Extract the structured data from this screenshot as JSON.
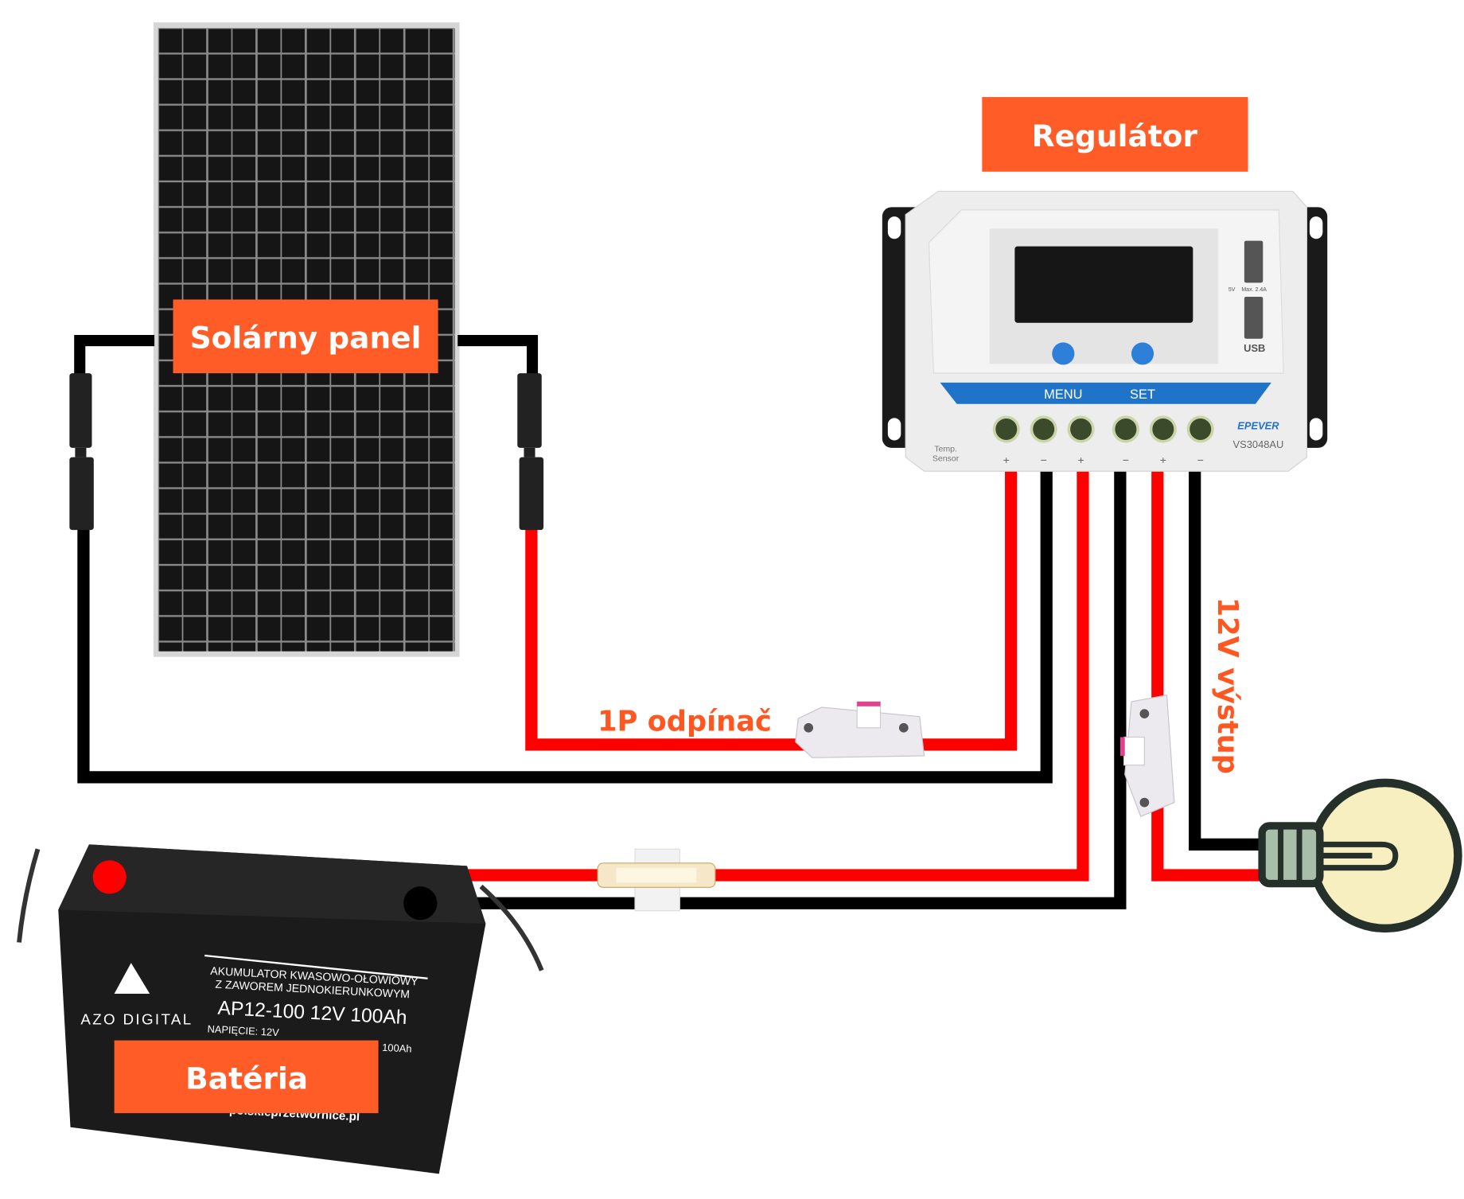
{
  "labels": {
    "solar_panel": "Solárny panel",
    "controller": "Regulátor",
    "battery": "Batéria",
    "disconnector": "1P odpínač",
    "output": "12V výstup"
  },
  "controller": {
    "menu": "MENU",
    "set": "SET",
    "usb": "USB",
    "usb_spec_v": "5V",
    "usb_spec_a": "Max. 2.4A",
    "brand": "EPEVER",
    "model": "VS3048AU",
    "temp_sensor_1": "Temp.",
    "temp_sensor_2": "Sensor",
    "plus": "+",
    "minus": "−"
  },
  "battery": {
    "brand": "AZO DIGITAL",
    "line1": "AKUMULATOR KWASOWO-OŁOWIOWY",
    "line2": "Z ZAWOREM JEDNOKIERUNKOWYM",
    "model": "AP12-100 12V 100Ah",
    "voltage": "NAPIĘCIE: 12V",
    "capacity": ": 100Ah",
    "website": "polskieprzetwornice.pl"
  },
  "colors": {
    "label_bg": "#ff5c28",
    "label_text": "#ff5722",
    "wire_red": "#ff0000",
    "wire_black": "#000000",
    "blue_band": "#1f73c9",
    "bulb": "#f7efbf"
  }
}
